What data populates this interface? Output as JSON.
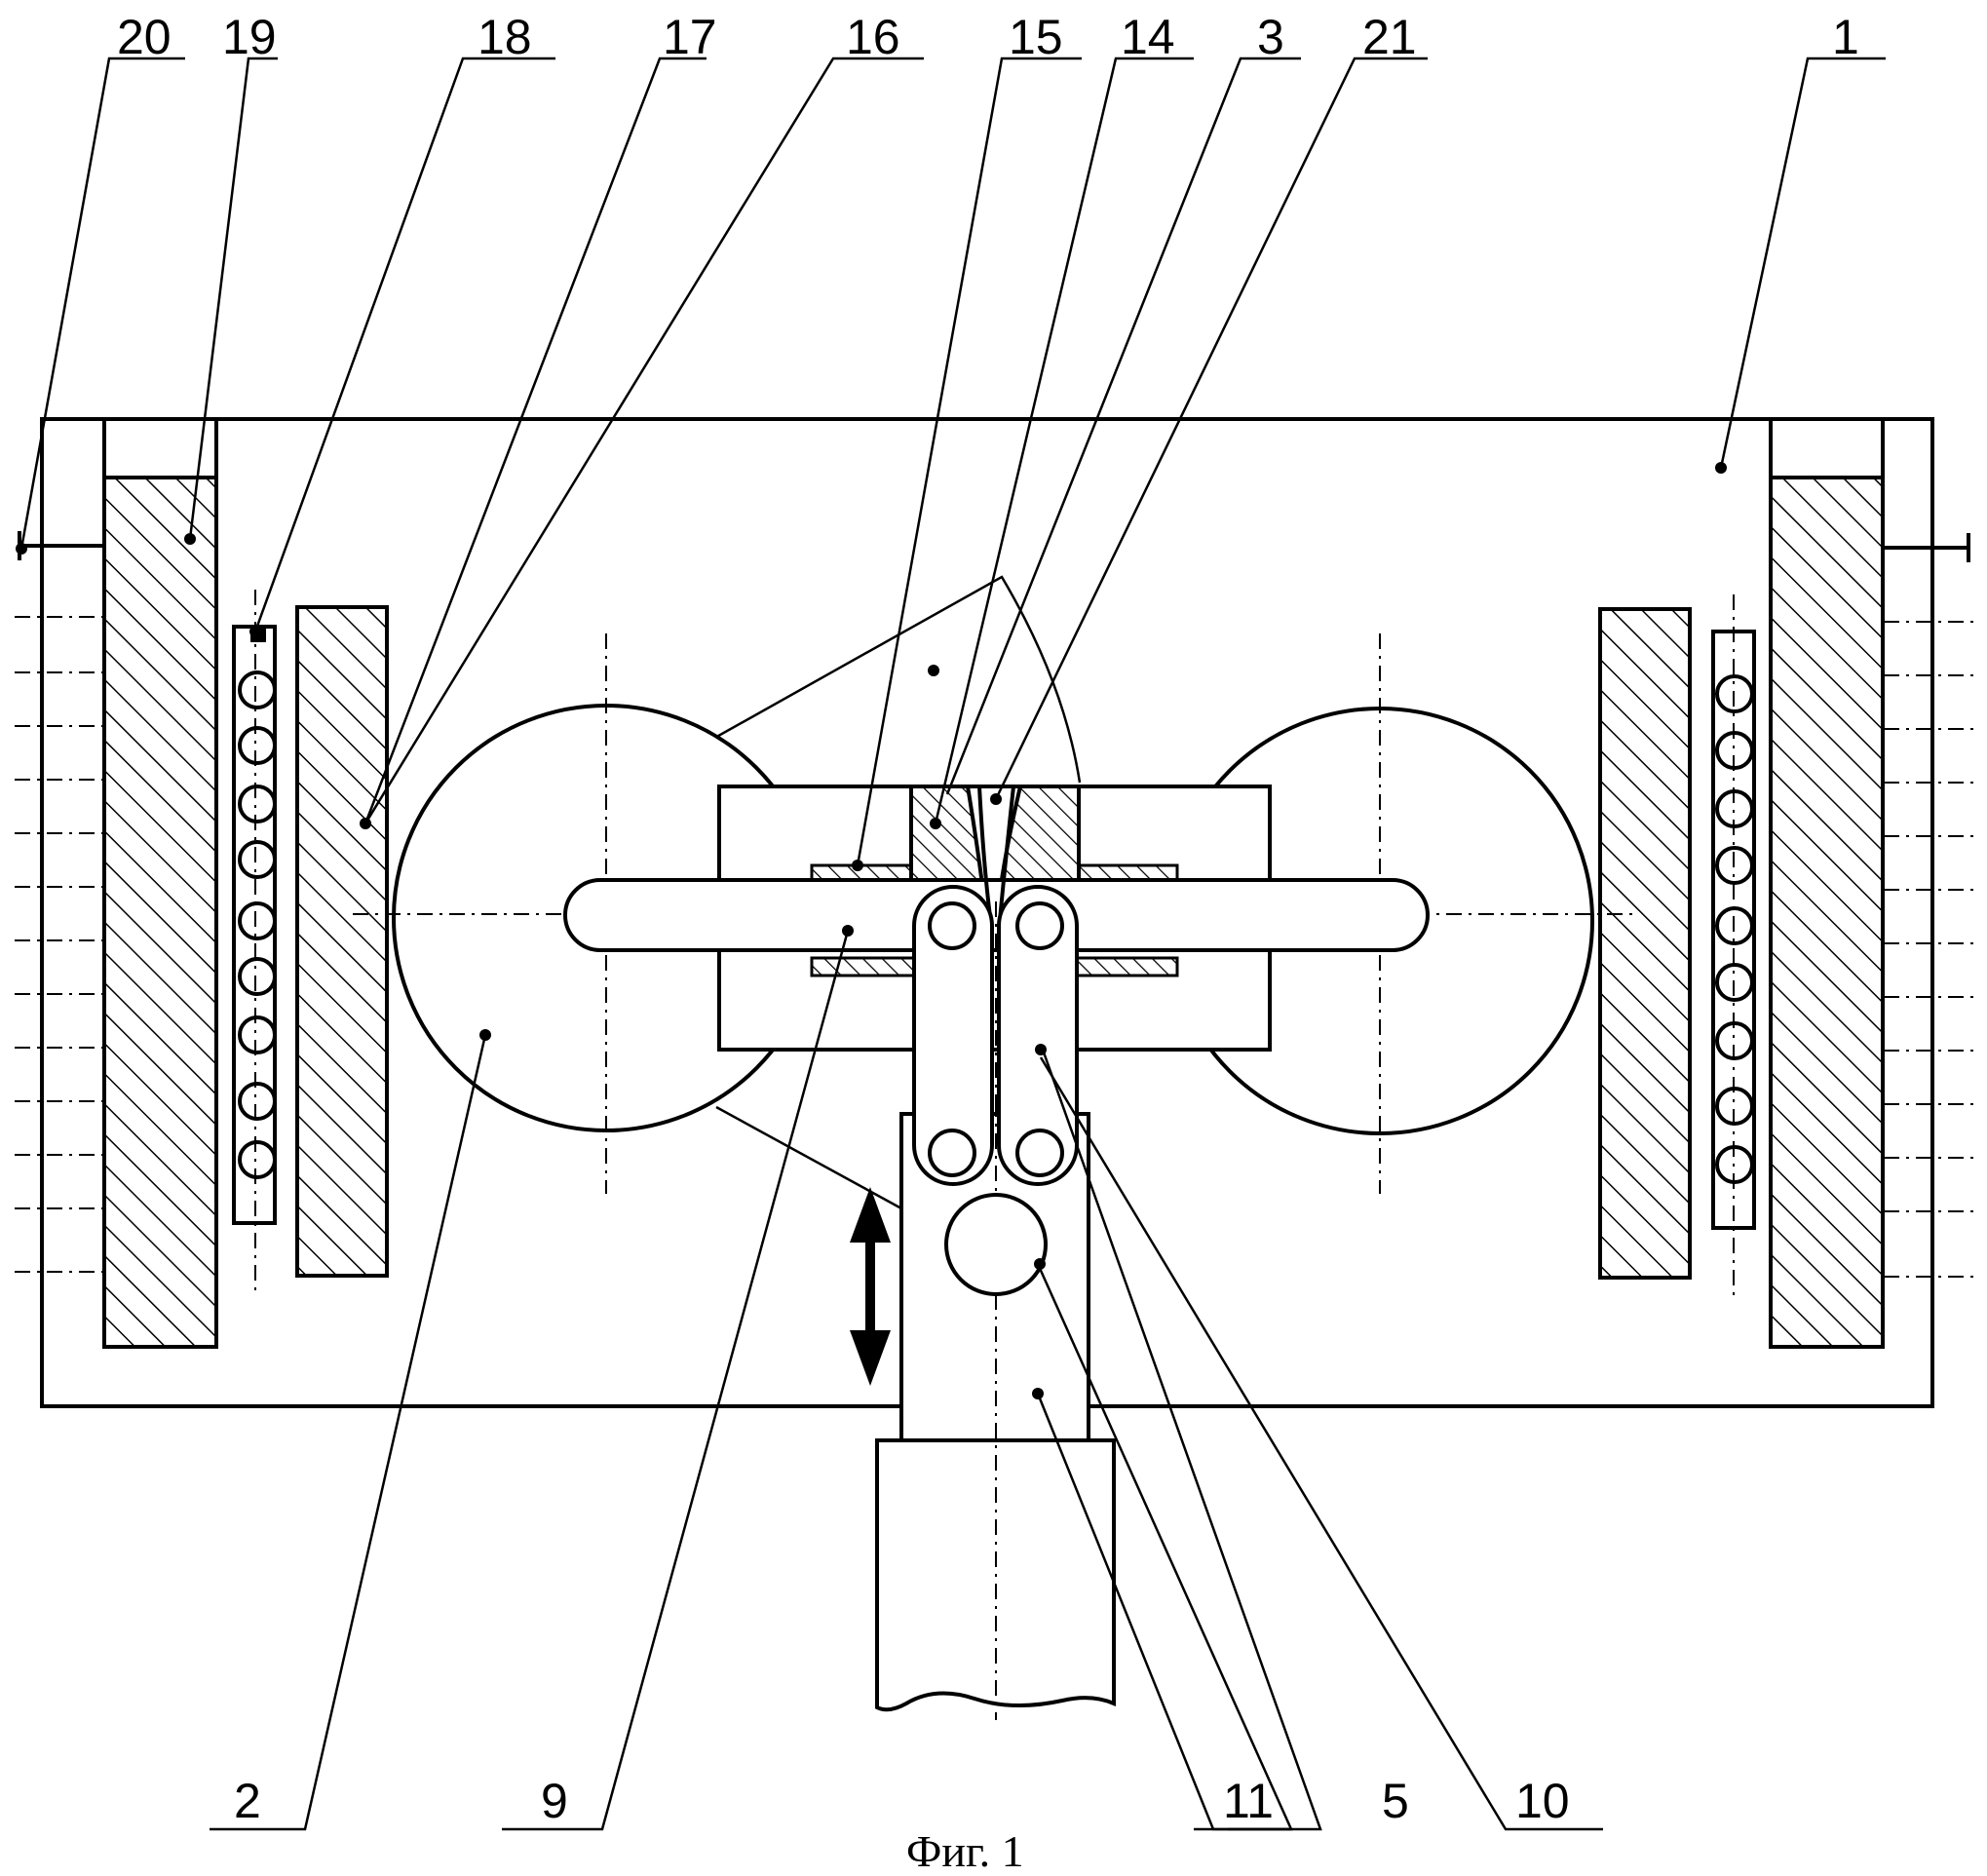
{
  "figure": {
    "caption": "Фиг. 1",
    "labels": {
      "l20": "20",
      "l19": "19",
      "l18": "18",
      "l17": "17",
      "l16": "16",
      "l15": "15",
      "l14": "14",
      "l3": "3",
      "l21": "21",
      "l1": "1",
      "l2": "2",
      "l9": "9",
      "l11": "11",
      "l5": "5",
      "l10": "10"
    }
  }
}
